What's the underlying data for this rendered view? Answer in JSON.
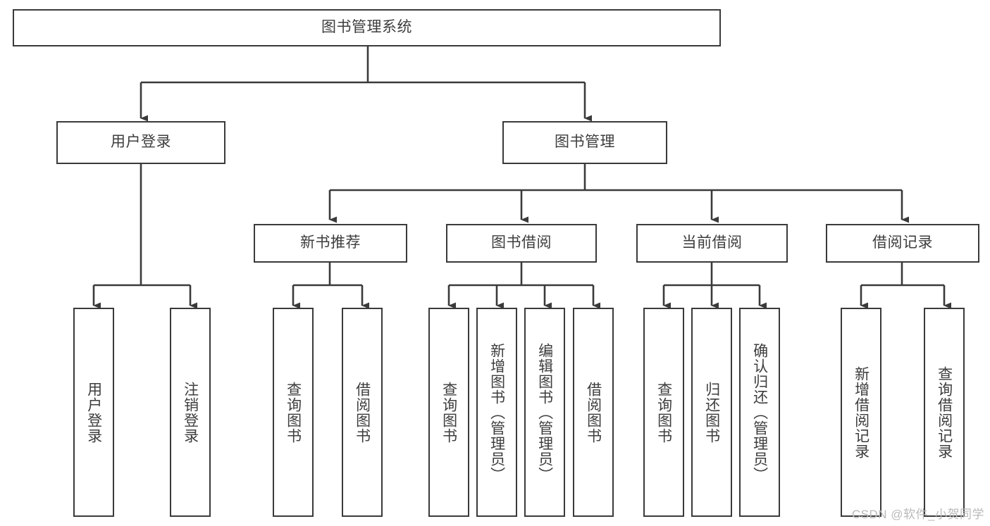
{
  "diagram": {
    "title": "图书管理系统",
    "watermark": "CSDN @软件_小贺同学",
    "line_color": "#3a3a3a",
    "text_color": "#3d3d3d",
    "background": "#ffffff",
    "root": {
      "label": "图书管理系统"
    },
    "level2": [
      {
        "label": "用户登录"
      },
      {
        "label": "图书管理"
      }
    ],
    "level3": [
      {
        "label": "新书推荐"
      },
      {
        "label": "图书借阅"
      },
      {
        "label": "当前借阅"
      },
      {
        "label": "借阅记录"
      }
    ],
    "leaves": {
      "user_login": [
        {
          "label": "用户登录"
        },
        {
          "label": "注销登录"
        }
      ],
      "new_book": [
        {
          "label": "查询图书"
        },
        {
          "label": "借阅图书"
        }
      ],
      "book_borrow": [
        {
          "label": "查询图书"
        },
        {
          "label": "新增图书（管理员）"
        },
        {
          "label": "编辑图书（管理员）"
        },
        {
          "label": "借阅图书"
        }
      ],
      "current_borrow": [
        {
          "label": "查询图书"
        },
        {
          "label": "归还图书"
        },
        {
          "label": "确认归还（管理员）"
        }
      ],
      "borrow_record": [
        {
          "label": "新增借阅记录"
        },
        {
          "label": "查询借阅记录"
        }
      ]
    }
  }
}
